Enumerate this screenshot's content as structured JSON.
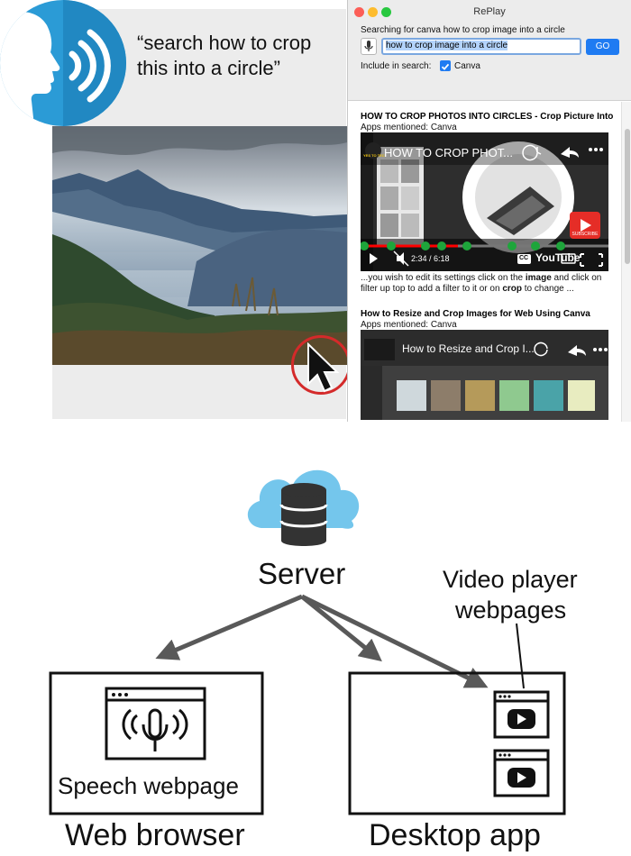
{
  "voice": {
    "quote_line1": "“search how to crop",
    "quote_line2": "this into a circle”"
  },
  "app": {
    "title": "RePlay",
    "searching_for": "Searching for canva how to crop image into a circle",
    "query": "how to crop image into a circle",
    "go_label": "GO",
    "include_label": "Include in search:",
    "include_option": "Canva",
    "results": [
      {
        "title": "HOW TO CROP PHOTOS INTO CIRCLES - Crop Picture Into",
        "apps": "Apps mentioned: Canva",
        "video_title": "HOW TO CROP PHOT...",
        "channel": "YES TO TECH",
        "time": "2:34 / 6:18",
        "yt": "YouTube",
        "subscribe": "SUBSCRIBE",
        "snippet_parts": [
          {
            "t": "...you wish to edit its settings click on the ",
            "b": false
          },
          {
            "t": "image",
            "b": true
          },
          {
            "t": " and click on filter up top to add a filter to it or on ",
            "b": false
          },
          {
            "t": "crop",
            "b": true
          },
          {
            "t": " to change ...",
            "b": false
          }
        ]
      },
      {
        "title": "How to Resize and Crop Images for Web Using Canva",
        "apps": "Apps mentioned: Canva",
        "video_title": "How to Resize and Crop I..."
      }
    ]
  },
  "diagram": {
    "server_label": "Server",
    "video_pages_line1": "Video player",
    "video_pages_line2": "webpages",
    "speech_webpage_label": "Speech webpage",
    "web_browser_label": "Web browser",
    "desktop_app_label": "Desktop app"
  },
  "colors": {
    "voice_blue": "#2b9bd6",
    "cloud_blue": "#74c6ec",
    "go_blue": "#1f7bf2",
    "cursor_ring_red": "#d42a2a",
    "arrow_gray": "#595959",
    "youtube_red": "#ff0000"
  }
}
